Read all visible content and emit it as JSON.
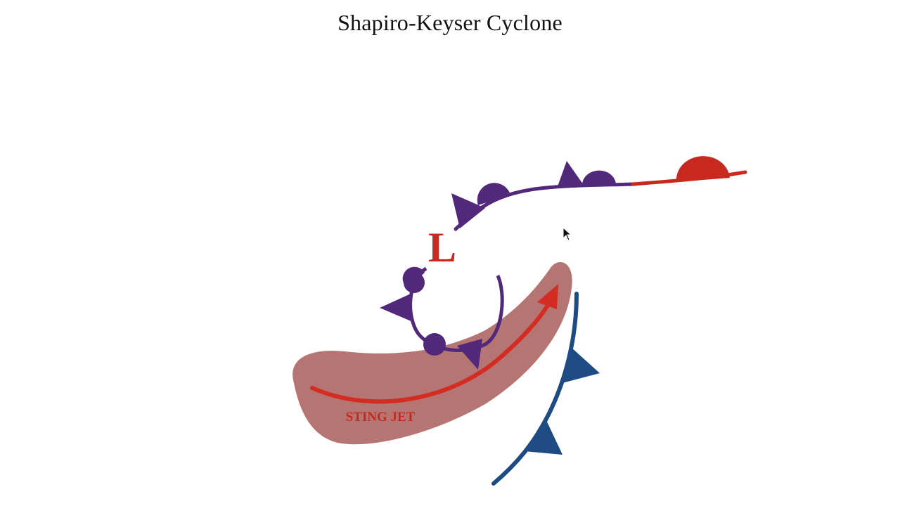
{
  "title": "Shapiro-Keyser Cyclone",
  "low_label": "L",
  "sting_jet_label": "STING JET",
  "colors": {
    "occluded_front": "#52287a",
    "warm_front": "#c8291f",
    "cold_front": "#1d4b82",
    "sting_jet_region": "#b57572",
    "sting_jet_arrow": "#d42b22",
    "low_label": "#c8291f"
  },
  "icons": {
    "cursor": "mouse-pointer-icon"
  }
}
